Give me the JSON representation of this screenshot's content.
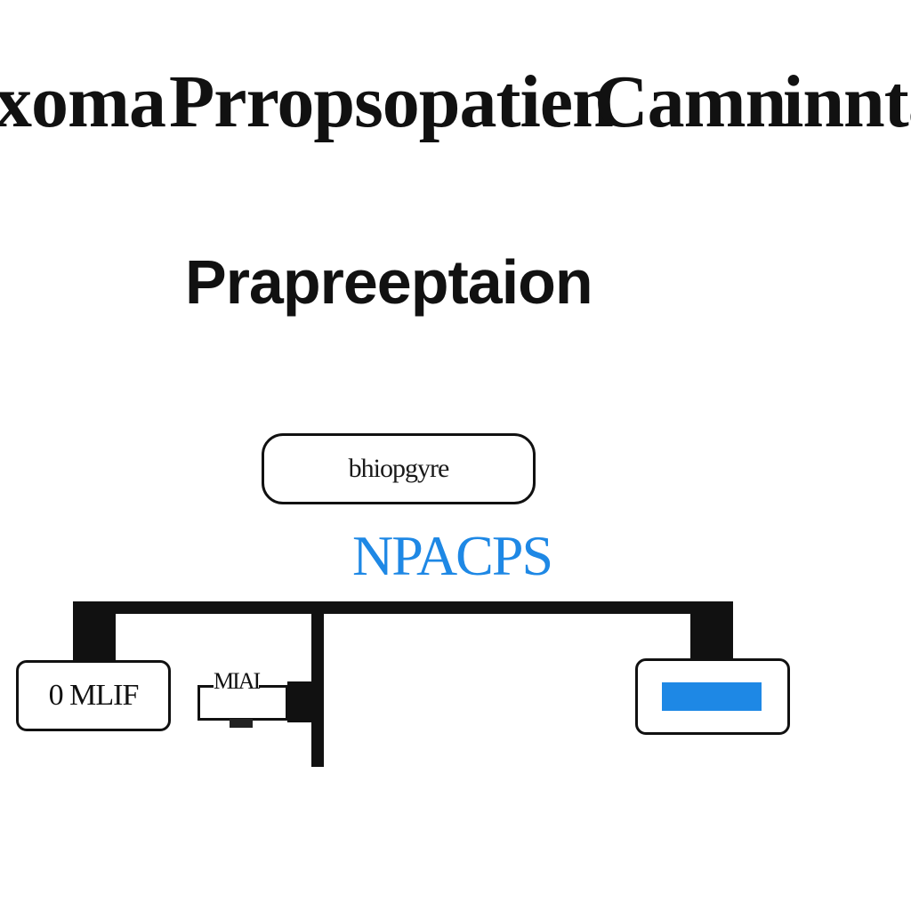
{
  "header": {
    "title_words": [
      "xoma",
      "Prropsopatien",
      "Camn",
      "inntal"
    ]
  },
  "subtitle": "Prapreeptaion",
  "diagram": {
    "top_box_label": "bhiopgyre",
    "brand_label": "NPACPS",
    "left_box_label": "0  MLIF",
    "small_module_label": "MIAI"
  },
  "colors": {
    "accent_blue": "#1e88e5",
    "line": "#111111"
  }
}
